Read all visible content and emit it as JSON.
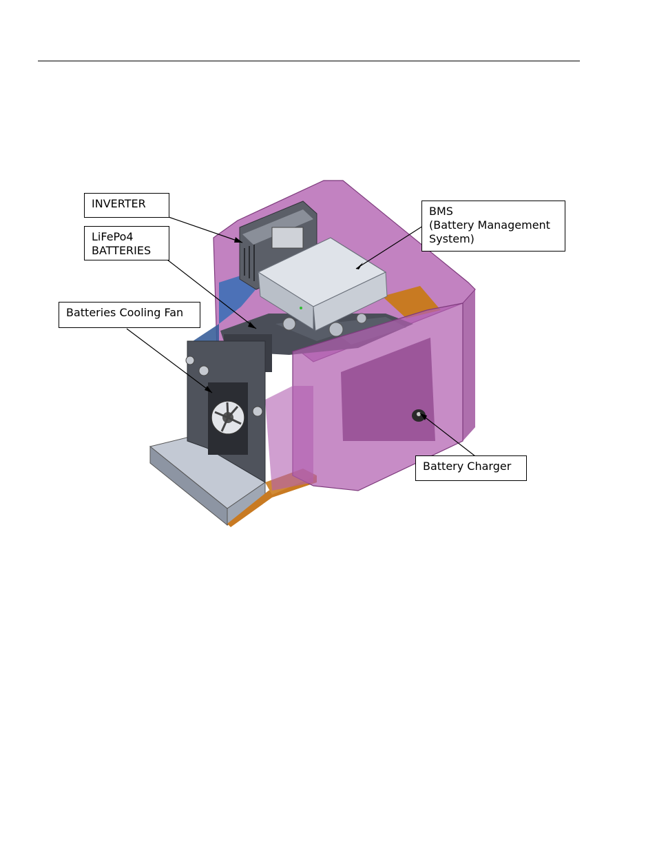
{
  "labels": {
    "inverter": "INVERTER",
    "batteries": "LiFePo4\nBATTERIES",
    "bms": "BMS\n(Battery Management\nSystem)",
    "fan": "Batteries Cooling Fan",
    "charger": "Battery Charger"
  },
  "colors": {
    "enclosure": "#a94fa8",
    "orange_frame": "#c87a22",
    "blue_tray": "#3f6fb6",
    "bms_box": "#d9dde3",
    "base_plate": "#b9c0cc",
    "dark_part": "#3a3d45"
  }
}
